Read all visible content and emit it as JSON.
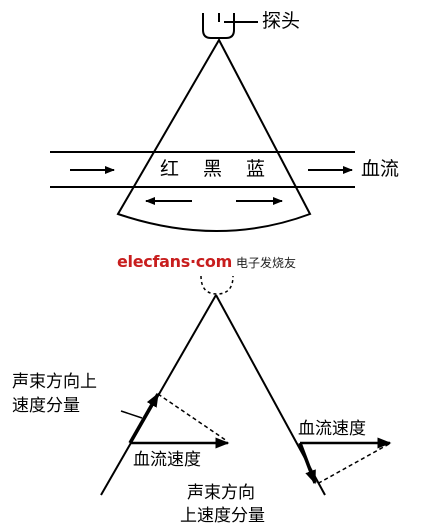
{
  "top_diagram": {
    "probe_label": "探头",
    "color_labels": [
      "红",
      "黑",
      "蓝"
    ],
    "blood_flow_label": "血流"
  },
  "watermark": {
    "logo": "elecfans·com",
    "subtitle": "电子发烧友"
  },
  "bottom_diagram": {
    "left_component_label_line1": "声束方向上",
    "left_component_label_line2": "速度分量",
    "left_velocity_label": "血流速度",
    "right_velocity_label": "血流速度",
    "right_component_label_line1": "声束方向",
    "right_component_label_line2": "上速度分量"
  },
  "colors": {
    "ink": "#000000",
    "watermark_red": "#c81e1e"
  }
}
